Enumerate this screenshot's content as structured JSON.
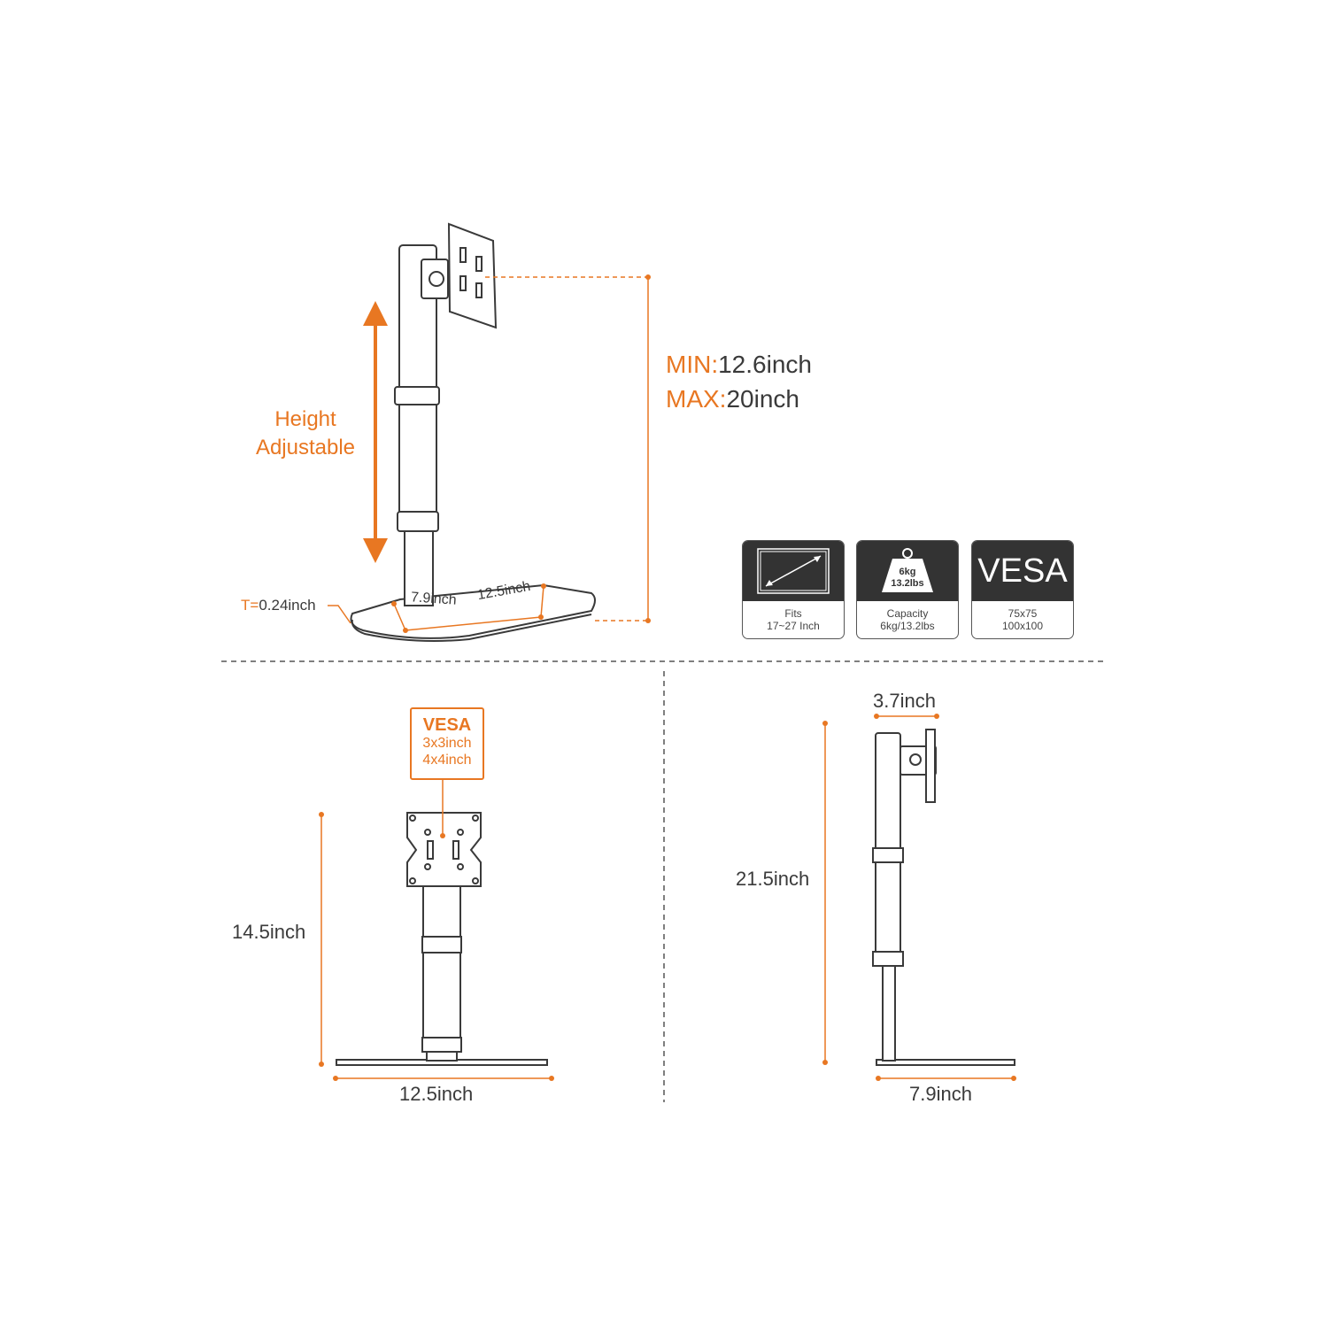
{
  "colors": {
    "accent": "#E87722",
    "line": "#3a3a3a",
    "badge_dark": "#333333"
  },
  "side_view": {
    "height_label_line1": "Height",
    "height_label_line2": "Adjustable",
    "min_prefix": "MIN:",
    "min_value": "12.6inch",
    "max_prefix": "MAX:",
    "max_value": "20inch",
    "thickness_prefix": "T=",
    "thickness_value": "0.24inch",
    "base_depth": "7.9inch",
    "base_width": "12.5inch"
  },
  "badges": [
    {
      "icon": "monitor-diagonal-icon",
      "caption1": "Fits",
      "caption2": "17~27 Inch"
    },
    {
      "icon": "weight-icon",
      "weight_line1": "6kg",
      "weight_line2": "13.2lbs",
      "caption1": "Capacity",
      "caption2": "6kg/13.2lbs"
    },
    {
      "icon": "vesa-text",
      "big_text": "VESA",
      "caption1": "75x75",
      "caption2": "100x100"
    }
  ],
  "front_view": {
    "vesa_title": "VESA",
    "vesa_line1": "3x3inch",
    "vesa_line2": "4x4inch",
    "height": "14.5inch",
    "width": "12.5inch"
  },
  "profile_view": {
    "top_width": "3.7inch",
    "height": "21.5inch",
    "base_depth": "7.9inch"
  }
}
